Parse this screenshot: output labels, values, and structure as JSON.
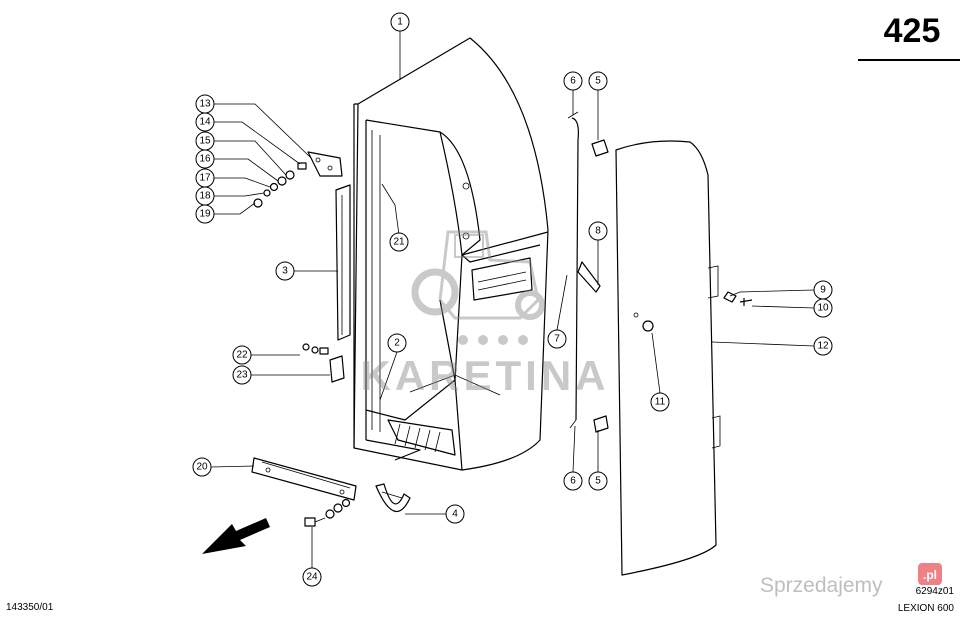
{
  "page_number": "425",
  "drawing_code": "143350/01",
  "figure_code": "6294z01",
  "model": "LEXION 600",
  "watermark": {
    "logo_text": "KARETINA",
    "site_text": "Sprzedajemy",
    "site_suffix": ".pl"
  },
  "callouts": [
    {
      "label": "1"
    },
    {
      "label": "13"
    },
    {
      "label": "14"
    },
    {
      "label": "15"
    },
    {
      "label": "16"
    },
    {
      "label": "17"
    },
    {
      "label": "18"
    },
    {
      "label": "19"
    },
    {
      "label": "21"
    },
    {
      "label": "3"
    },
    {
      "label": "2"
    },
    {
      "label": "22"
    },
    {
      "label": "23"
    },
    {
      "label": "20"
    },
    {
      "label": "4"
    },
    {
      "label": "24"
    },
    {
      "label": "6"
    },
    {
      "label": "5"
    },
    {
      "label": "8"
    },
    {
      "label": "7"
    },
    {
      "label": "6"
    },
    {
      "label": "5"
    },
    {
      "label": "11"
    },
    {
      "label": "9"
    },
    {
      "label": "10"
    },
    {
      "label": "12"
    }
  ],
  "colors": {
    "line": "#000000",
    "watermark": "#8a8a8a",
    "badge": "#e01b22"
  }
}
